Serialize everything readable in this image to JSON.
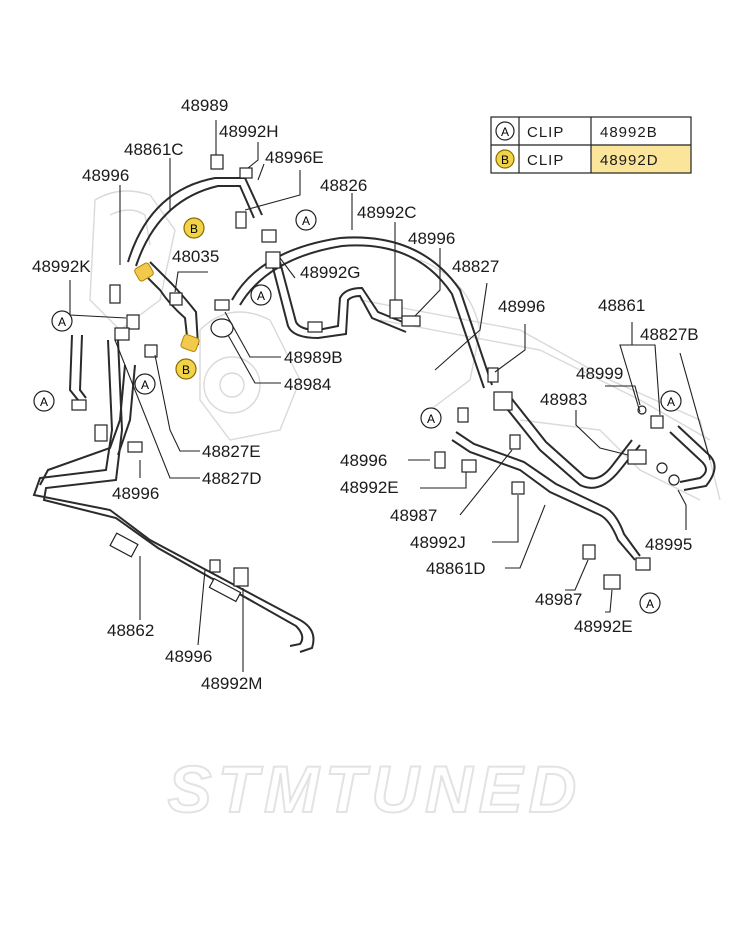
{
  "legend": {
    "rows": [
      {
        "marker": "A",
        "type": "CLIP",
        "part": "48992B"
      },
      {
        "marker": "B",
        "type": "CLIP",
        "part": "48992D"
      }
    ],
    "highlight_color": "#fbe59a"
  },
  "clip_markers": {
    "a": "A",
    "b": "B"
  },
  "labels": {
    "p48989": "48989",
    "p48992H": "48992H",
    "p48861C": "48861C",
    "p48996E": "48996E",
    "p48996_a": "48996",
    "p48826": "48826",
    "p48992C": "48992C",
    "p48996_b": "48996",
    "p48035": "48035",
    "p48992K": "48992K",
    "p48992G": "48992G",
    "p48827": "48827",
    "p48996_c": "48996",
    "p48861": "48861",
    "p48827B": "48827B",
    "p48989B": "48989B",
    "p48984": "48984",
    "p48999": "48999",
    "p48983": "48983",
    "p48827E": "48827E",
    "p48996_d": "48996",
    "p48992E_a": "48992E",
    "p48996_e": "48996",
    "p48827D": "48827D",
    "p48987_a": "48987",
    "p48992J": "48992J",
    "p48995": "48995",
    "p48861D": "48861D",
    "p48862": "48862",
    "p48987_b": "48987",
    "p48992E_b": "48992E",
    "p48996_f": "48996",
    "p48992M": "48992M"
  },
  "watermark": {
    "text": "STMTUNED"
  },
  "icons": [
    "clip-a-marker",
    "clip-b-marker",
    "spring-clamp",
    "bolt",
    "hose-clamp"
  ]
}
